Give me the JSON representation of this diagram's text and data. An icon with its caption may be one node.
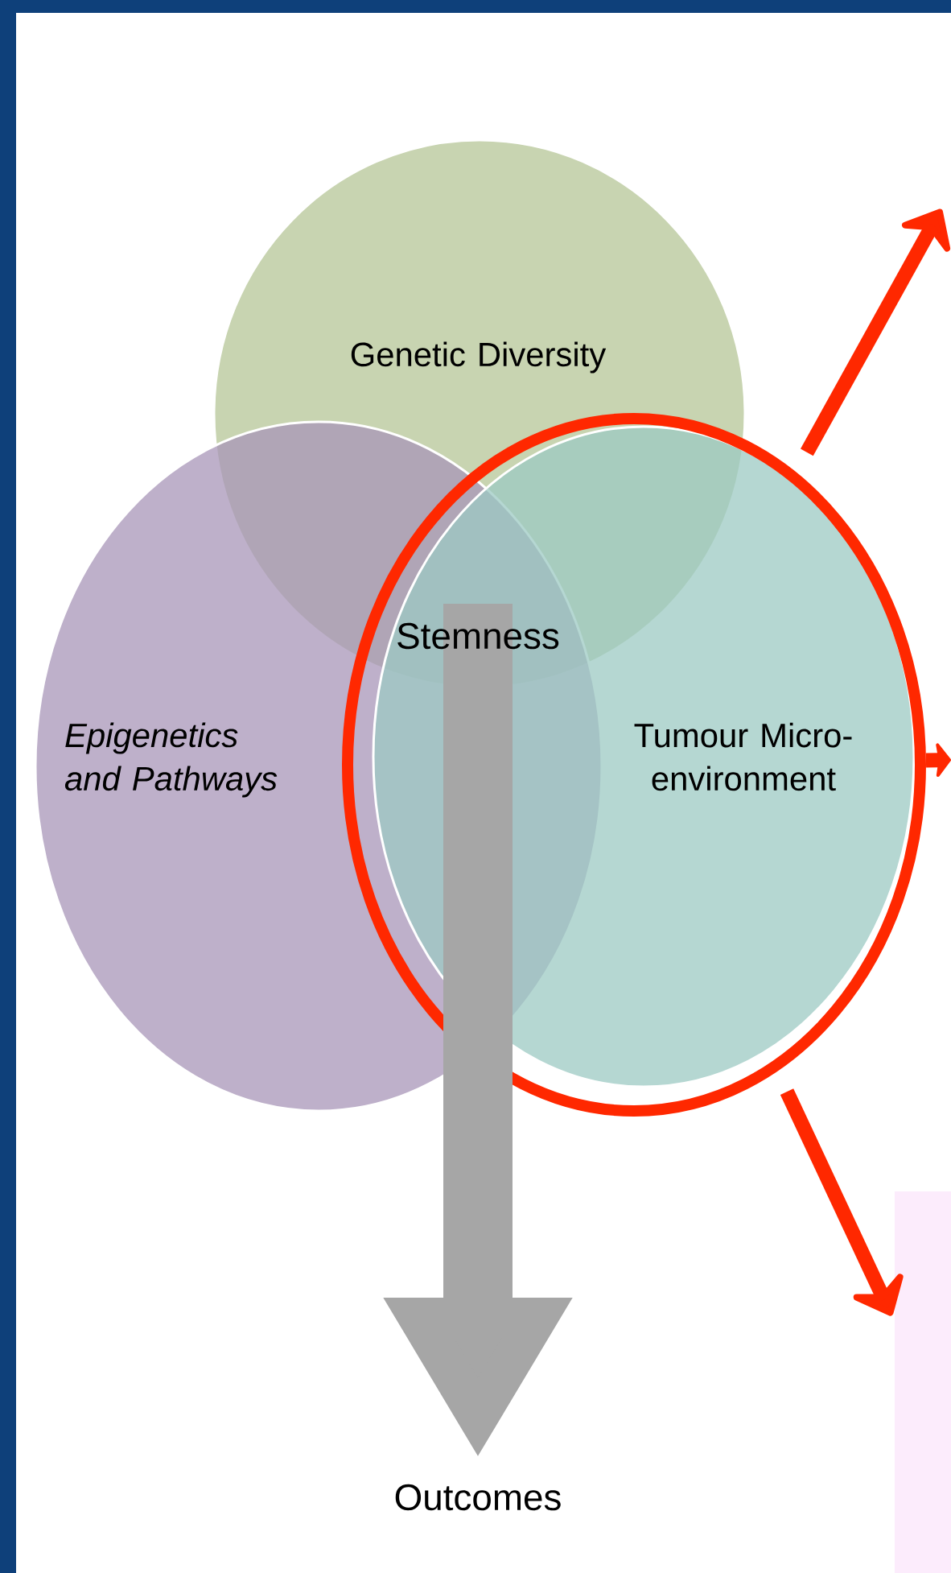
{
  "diagram": {
    "nodes": [
      {
        "text": [
          "Genetic Diversity"
        ]
      },
      {
        "text": [
          "*Epigenetics and Pathways*"
        ]
      },
      {
        "text": [],
        "shape": "circle"
      },
      {
        "text": [
          "Tumour Micro-environment"
        ],
        "in": 2
      },
      {
        "text": [
          "Stemness"
        ],
        "in": 2
      },
      {
        "text": [
          "Outcomes"
        ]
      },
      {
        "text": [],
        "shape": "box"
      }
    ],
    "edges": [
      {
        "from": 4,
        "to": 5,
        "arrow": "to",
        "style": "thick",
        "color": "#a6a6a6"
      },
      {
        "from": 2,
        "to": null,
        "arrow": "to"
      },
      {
        "from": 2,
        "to": null,
        "arrow": "to"
      },
      {
        "from": 2,
        "to": 6,
        "arrow": "to"
      }
    ]
  }
}
